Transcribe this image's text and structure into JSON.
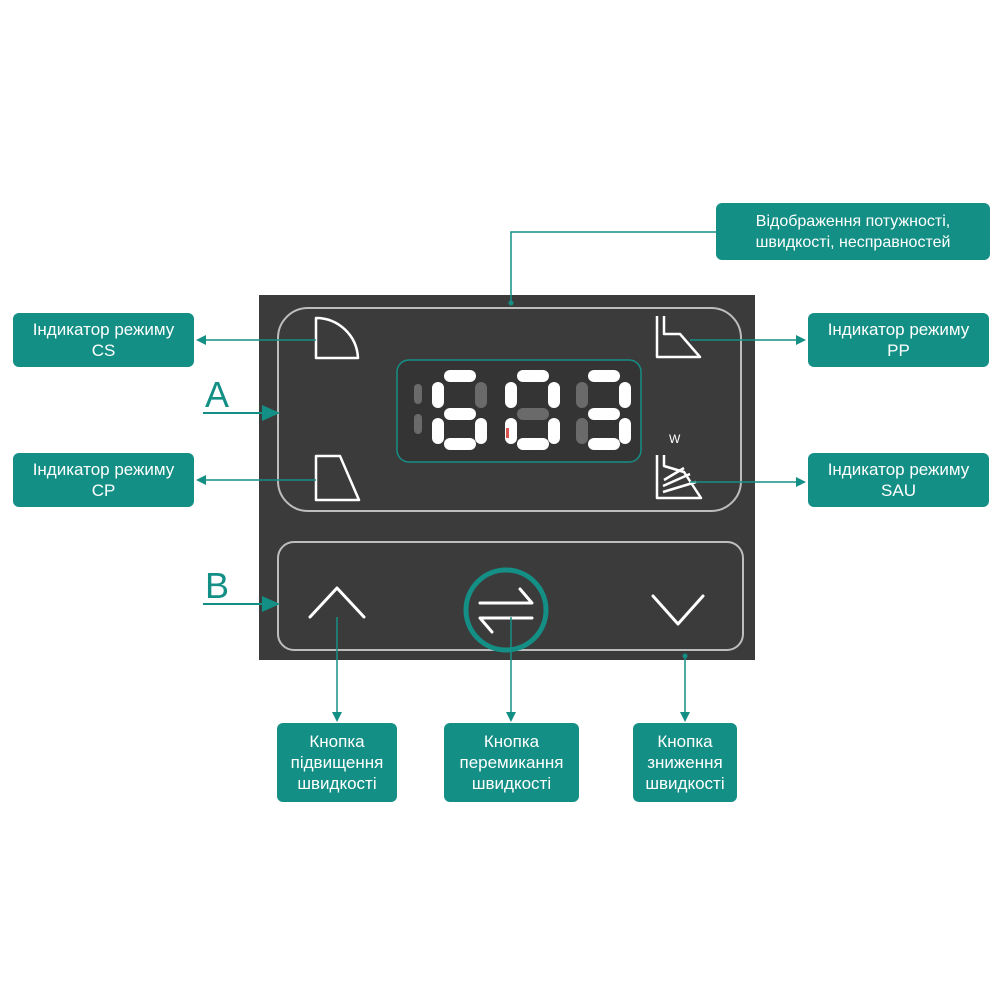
{
  "sections": {
    "a": "A",
    "b": "B"
  },
  "display": {
    "unit": "W"
  },
  "callouts": {
    "display": [
      "Відображення потужності,",
      "швидкості, несправностей"
    ],
    "cs": [
      "Індикатор режиму",
      "CS"
    ],
    "cp": [
      "Індикатор режиму",
      "CP"
    ],
    "pp": [
      "Індикатор режиму",
      "PP"
    ],
    "sau": [
      "Індикатор режиму",
      "SAU"
    ],
    "up": [
      "Кнопка",
      "підвищення",
      "швидкості"
    ],
    "switch": [
      "Кнопка",
      "перемикання",
      "швидкості"
    ],
    "down": [
      "Кнопка",
      "зниження",
      "швидкості"
    ]
  },
  "colors": {
    "accent": "#148f85",
    "panel": "#3b3b3b",
    "foreground": "#ffffff"
  }
}
